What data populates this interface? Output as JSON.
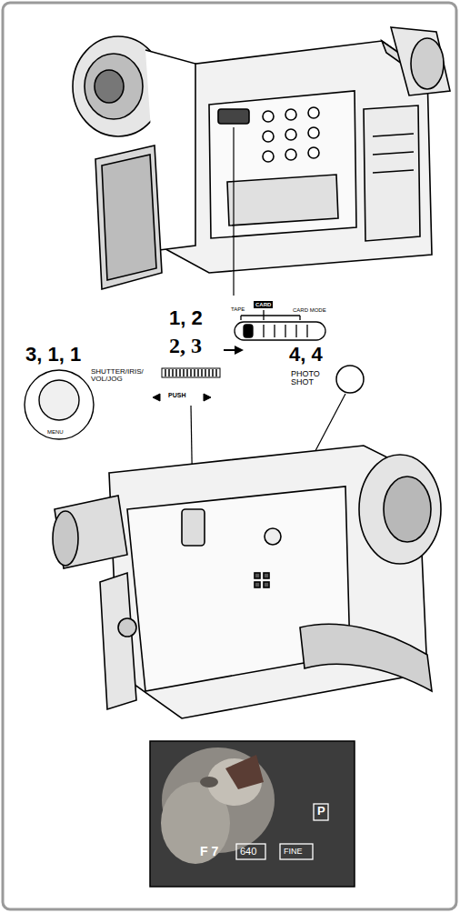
{
  "diagram": {
    "labels": [
      "1, 2",
      "2, 3",
      "3, 1, 1",
      "4, 4",
      "PHOTO SHOT",
      "SHUTTER/IRIS/ VOL/JOG",
      "PUSH",
      "MENU",
      "TAPE",
      "CARD",
      "CARD MODE",
      "P",
      "F 7",
      "640",
      "FINE"
    ]
  }
}
